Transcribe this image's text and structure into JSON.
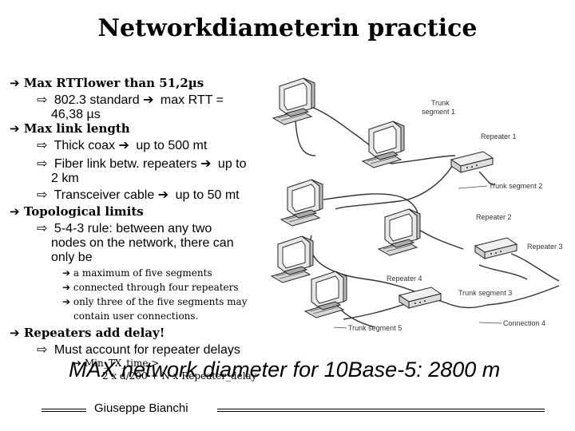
{
  "slide": {
    "title": "Networkdiameterin practice",
    "bullets": {
      "rtt_title": "Max RTTlower than 51,2µs",
      "rtt_sub1_line1": "802.3 standard",
      "rtt_sub1_arrow": "max RTT =",
      "rtt_sub1_line2": "46,38 µs",
      "link_title": "Max link length",
      "link_sub1_a": "Thick coax",
      "link_sub1_b": "up to 500 mt",
      "link_sub2_a": "Fiber link betw. repeaters",
      "link_sub2_b": "up to",
      "link_sub2_c": "2 km",
      "link_sub3_a": "Transceiver cable",
      "link_sub3_b": "up to 50 mt",
      "topo_title": "Topological limits",
      "topo_sub1_line1": "5-4-3 rule: between any two",
      "topo_sub1_line2": "nodes on the network, there can",
      "topo_sub1_line3": "only be",
      "topo_l3_1": "a maximum of five segments",
      "topo_l3_2": "connected through four repeaters",
      "topo_l3_3_line1": "only three of the five segments may",
      "topo_l3_3_line2": "contain user connections.",
      "rep_title": "Repeaters add delay!",
      "rep_sub1": "Must account for repeater delays",
      "rep_l3_line1": "Min_TX_time >",
      "rep_l3_line2": "2 x d/200 + N x Repeater_delay"
    },
    "max_diameter": "MAX network diameter for 10Base-5: 2800 m",
    "footer": "Giuseppe Bianchi"
  },
  "diagram_labels": {
    "trunk_segment_1_line1": "Trunk",
    "trunk_segment_1_line2": "segment 1",
    "repeater_1": "Repeater 1",
    "trunk_segment_2": "Trunk segment 2",
    "repeater_2": "Repeater 2",
    "repeater_3": "Repeater 3",
    "repeater_4": "Repeater 4",
    "trunk_segment_3": "Trunk segment 3",
    "trunk_segment_4": "Connection 4",
    "trunk_segment_5": "Trunk segment 5"
  }
}
